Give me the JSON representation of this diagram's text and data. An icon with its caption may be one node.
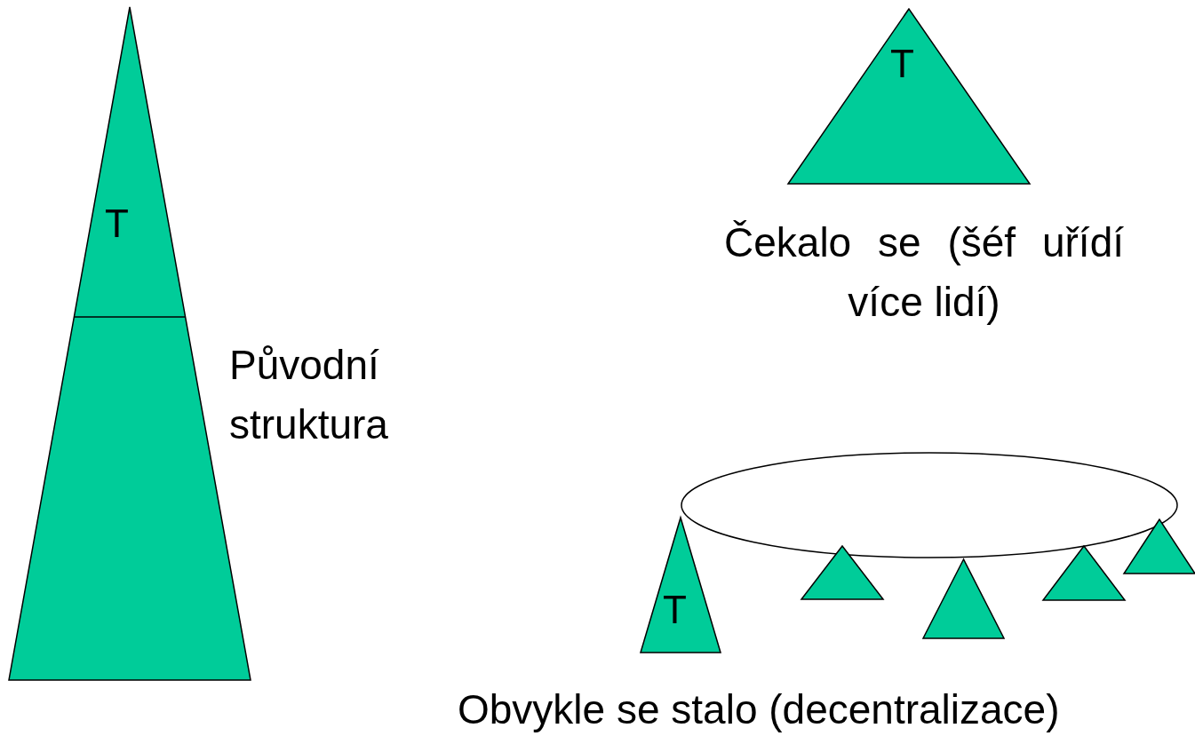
{
  "diagram": {
    "nodes": [
      {
        "text": [
          "T"
        ],
        "beside": [
          "Původní struktura"
        ]
      },
      {
        "text": [
          "T"
        ],
        "beside": [
          "Čekalo se (šéf uřídí více lidí)"
        ]
      },
      {
        "text": [],
        "shape": "ellipse"
      },
      {
        "text": [
          "T"
        ]
      },
      {
        "text": [],
        "shape": "triangle"
      },
      {
        "text": [],
        "shape": "triangle"
      },
      {
        "text": [],
        "shape": "triangle"
      },
      {
        "text": [],
        "shape": "triangle"
      }
    ],
    "edges": [],
    "labels": [
      "Obvykle se stalo (decentralizace)"
    ]
  }
}
